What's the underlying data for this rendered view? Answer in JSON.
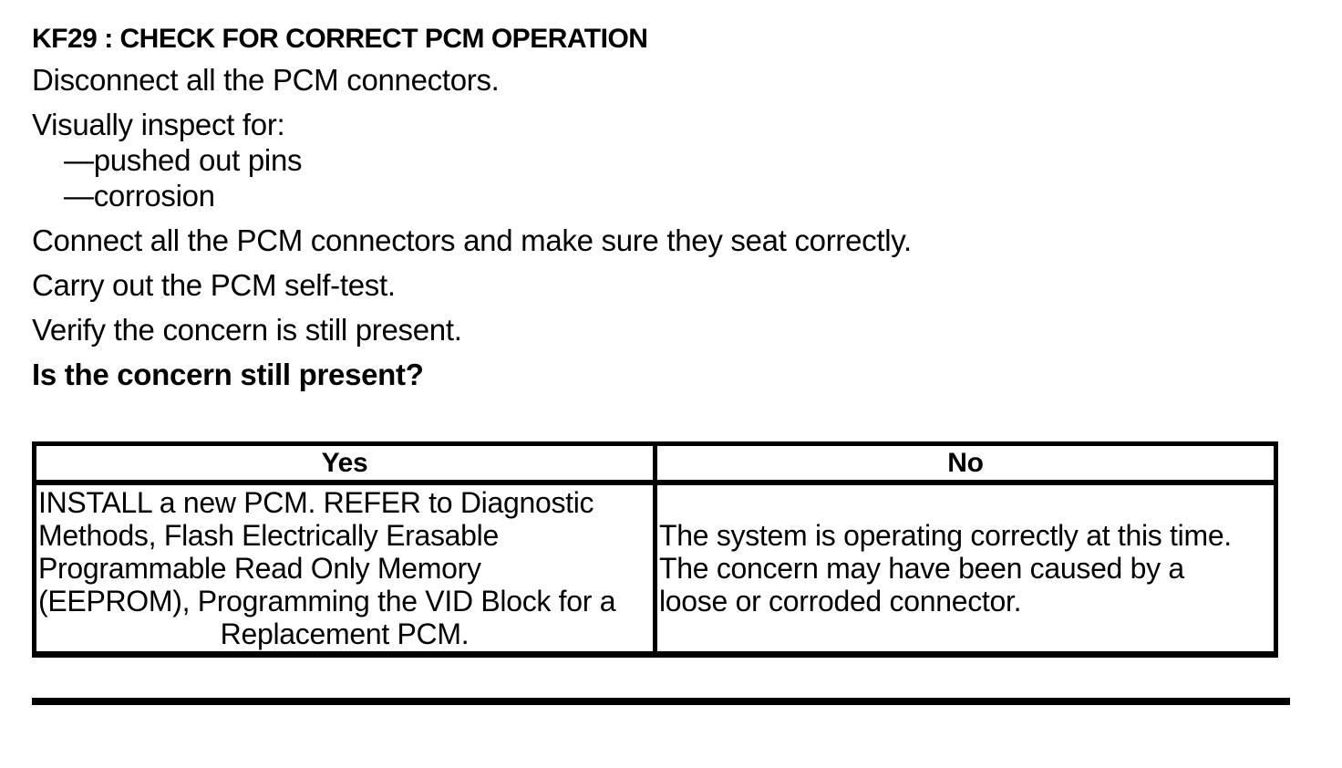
{
  "page": {
    "title": "KF29 : CHECK FOR CORRECT PCM OPERATION"
  },
  "procedure": {
    "steps": [
      {
        "text": "Disconnect all the PCM connectors."
      },
      {
        "text": "Visually inspect for:"
      },
      {
        "text": "—pushed out pins"
      },
      {
        "text": "—corrosion"
      },
      {
        "text": "Connect all the PCM connectors and make sure they seat correctly."
      },
      {
        "text": "Carry out the PCM self-test."
      },
      {
        "text": "Verify the concern is still present."
      }
    ],
    "question": "Is the concern still present?"
  },
  "decision_table": {
    "headers": [
      "Yes",
      "No"
    ],
    "yes_cell_lines": [
      "INSTALL a new PCM. REFER to Diagnostic",
      "Methods, Flash Electrically Erasable",
      "Programmable Read Only Memory",
      "(EEPROM), Programming the VID Block for a",
      "Replacement PCM."
    ],
    "no_cell_lines": [
      "The system is operating correctly at this time.",
      "The concern may have been caused by a",
      "loose or corroded connector."
    ]
  }
}
